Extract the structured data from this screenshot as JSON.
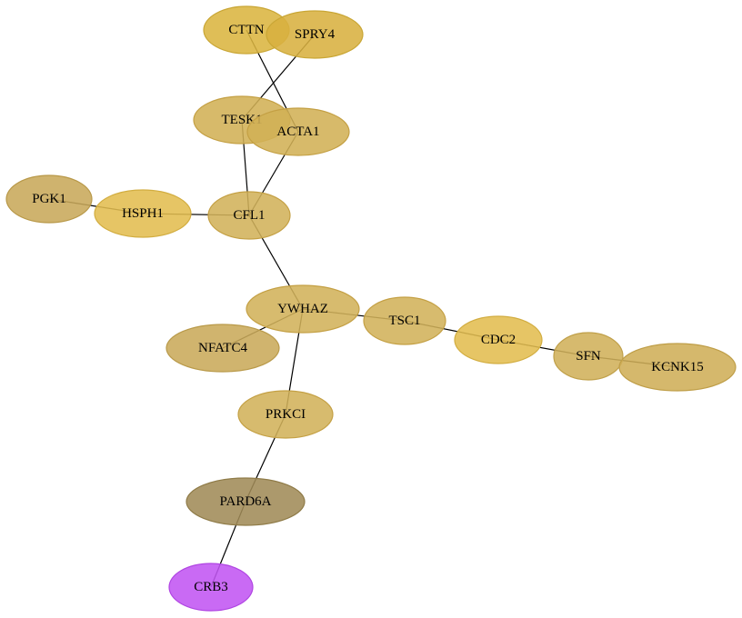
{
  "graph": {
    "nodes": [
      {
        "id": "CTTN",
        "label": "CTTN",
        "fill": "#dbb540",
        "stroke": "#c9a635"
      },
      {
        "id": "SPRY4",
        "label": "SPRY4",
        "fill": "#d8b040",
        "stroke": "#c9a635"
      },
      {
        "id": "TESK1",
        "label": "TESK1",
        "fill": "#d2b055",
        "stroke": "#c4a044"
      },
      {
        "id": "ACTA1",
        "label": "ACTA1",
        "fill": "#d2b055",
        "stroke": "#c4a044"
      },
      {
        "id": "PGK1",
        "label": "PGK1",
        "fill": "#c8a85a",
        "stroke": "#b89848"
      },
      {
        "id": "HSPH1",
        "label": "HSPH1",
        "fill": "#e2bd50",
        "stroke": "#d2ad40"
      },
      {
        "id": "CFL1",
        "label": "CFL1",
        "fill": "#d2b25a",
        "stroke": "#c4a044"
      },
      {
        "id": "YWHAZ",
        "label": "YWHAZ",
        "fill": "#d2b25a",
        "stroke": "#c4a044"
      },
      {
        "id": "TSC1",
        "label": "TSC1",
        "fill": "#d2b25a",
        "stroke": "#c4a044"
      },
      {
        "id": "NFATC4",
        "label": "NFATC4",
        "fill": "#c9aa5a",
        "stroke": "#b99a4a"
      },
      {
        "id": "CDC2",
        "label": "CDC2",
        "fill": "#e2bd50",
        "stroke": "#d2ad40"
      },
      {
        "id": "SFN",
        "label": "SFN",
        "fill": "#d0b05a",
        "stroke": "#c0a04a"
      },
      {
        "id": "KCNK15",
        "label": "KCNK15",
        "fill": "#cfae58",
        "stroke": "#bf9e48"
      },
      {
        "id": "PRKCI",
        "label": "PRKCI",
        "fill": "#d2b25a",
        "stroke": "#c4a044"
      },
      {
        "id": "PARD6A",
        "label": "PARD6A",
        "fill": "#a08b58",
        "stroke": "#8f7b48"
      },
      {
        "id": "CRB3",
        "label": "CRB3",
        "fill": "#c255f2",
        "stroke": "#b045e2"
      }
    ],
    "edges": [
      {
        "from": "CTTN",
        "to": "ACTA1"
      },
      {
        "from": "SPRY4",
        "to": "TESK1"
      },
      {
        "from": "TESK1",
        "to": "CFL1"
      },
      {
        "from": "ACTA1",
        "to": "CFL1"
      },
      {
        "from": "PGK1",
        "to": "HSPH1"
      },
      {
        "from": "HSPH1",
        "to": "CFL1"
      },
      {
        "from": "CFL1",
        "to": "YWHAZ"
      },
      {
        "from": "YWHAZ",
        "to": "NFATC4"
      },
      {
        "from": "YWHAZ",
        "to": "TSC1"
      },
      {
        "from": "TSC1",
        "to": "CDC2"
      },
      {
        "from": "CDC2",
        "to": "SFN"
      },
      {
        "from": "SFN",
        "to": "KCNK15"
      },
      {
        "from": "YWHAZ",
        "to": "PRKCI"
      },
      {
        "from": "PRKCI",
        "to": "PARD6A"
      },
      {
        "from": "PARD6A",
        "to": "CRB3"
      }
    ]
  }
}
